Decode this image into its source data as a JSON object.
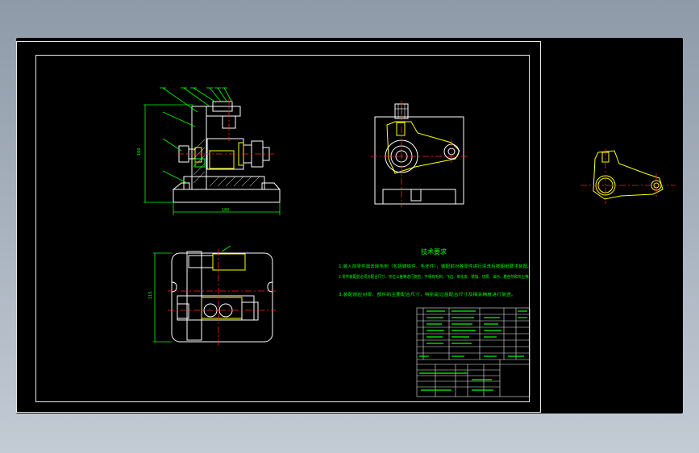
{
  "drawing": {
    "tech_req_title": "技术要求",
    "tech_req_lines": [
      "1.装入前零件需去除毛刺（包括铸铁件、毛坯件），装配前对各零件进行清洗后按图纸要求装配。",
      "2.零件装配前必须对配合尺寸、形位公差等进行复检，不得有毛刺、飞边、氧化皮、锈蚀、切屑、油污、着色剂和灰尘等。",
      "3.装配前应对零、部件的主要配合尺寸，特别是过盈配合尺寸及相关精度进行复查。"
    ],
    "dimensions": {
      "front_height": "160",
      "front_width": "180",
      "top_width": "115"
    },
    "colors": {
      "background": "#000000",
      "frame": "#e8e8e8",
      "outline": "#ffffff",
      "text": "#00ff00",
      "centerline": "#ff2020",
      "part": "#ffff00",
      "dimension": "#00ff00"
    }
  }
}
